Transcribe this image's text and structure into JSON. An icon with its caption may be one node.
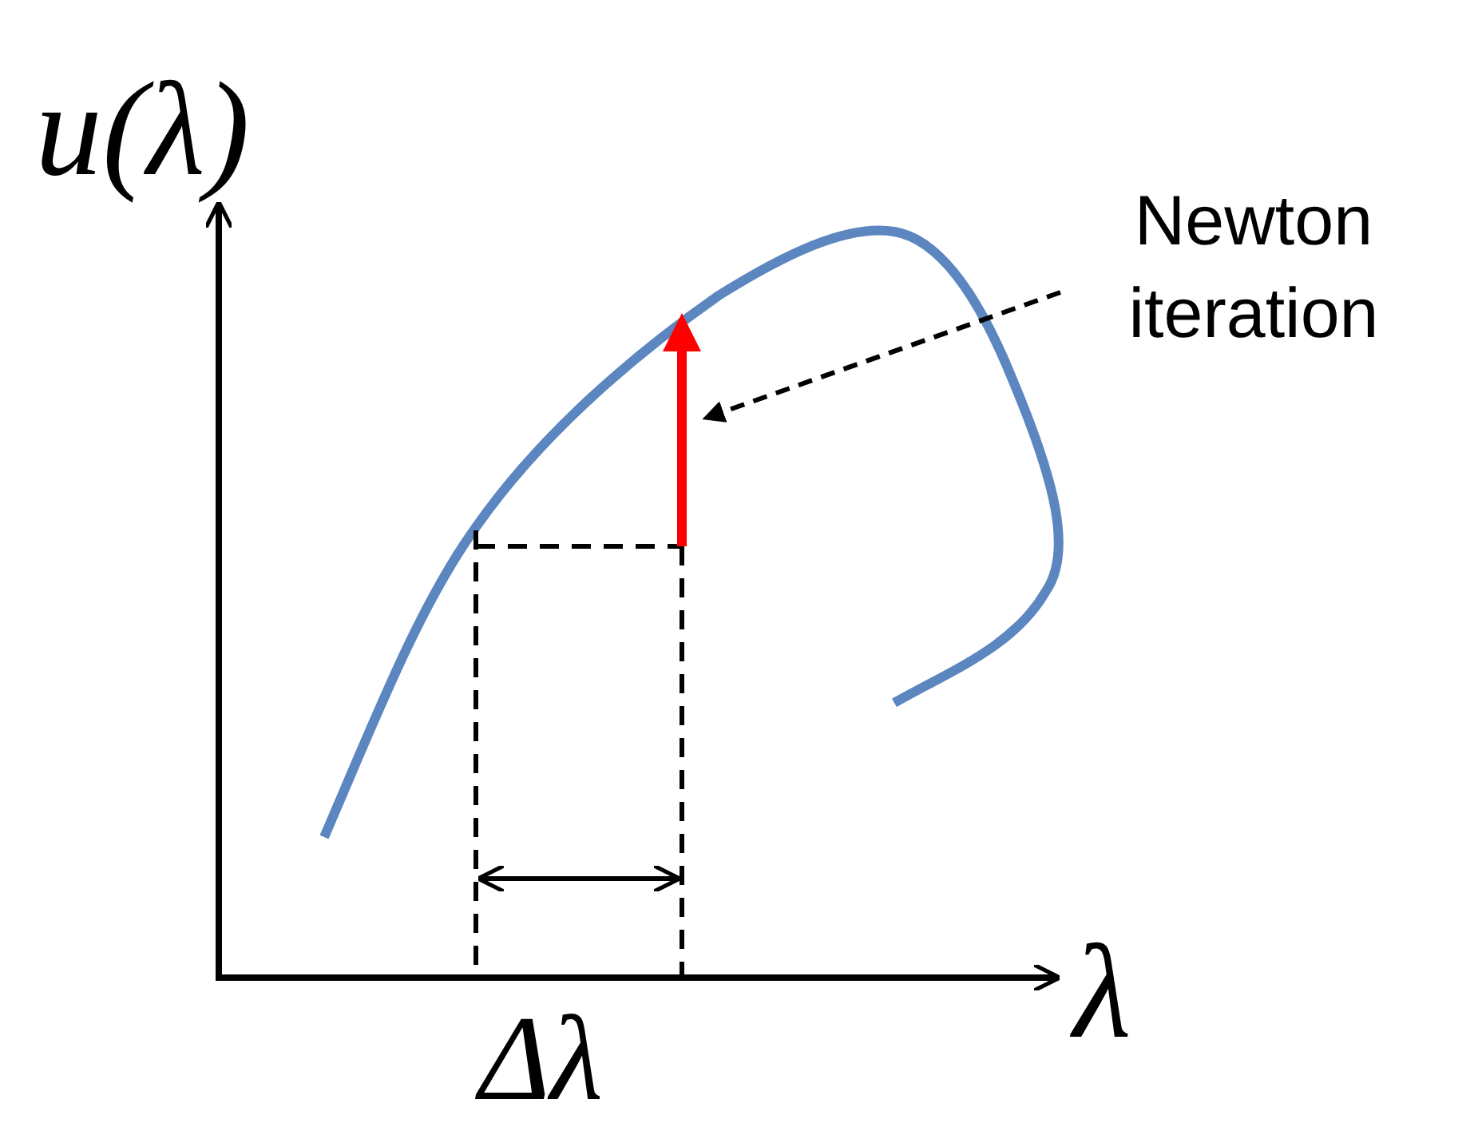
{
  "diagram": {
    "nodes": [
      {
        "text": [
          "Newton iteration"
        ]
      },
      {
        "text": [],
        "shape": "arrow"
      }
    ],
    "edges": [
      {
        "from": 0,
        "to": 1,
        "arrow": "to",
        "style": "dashed"
      }
    ],
    "labels": [
      "u(λ)",
      "λ",
      "Δλ"
    ]
  }
}
